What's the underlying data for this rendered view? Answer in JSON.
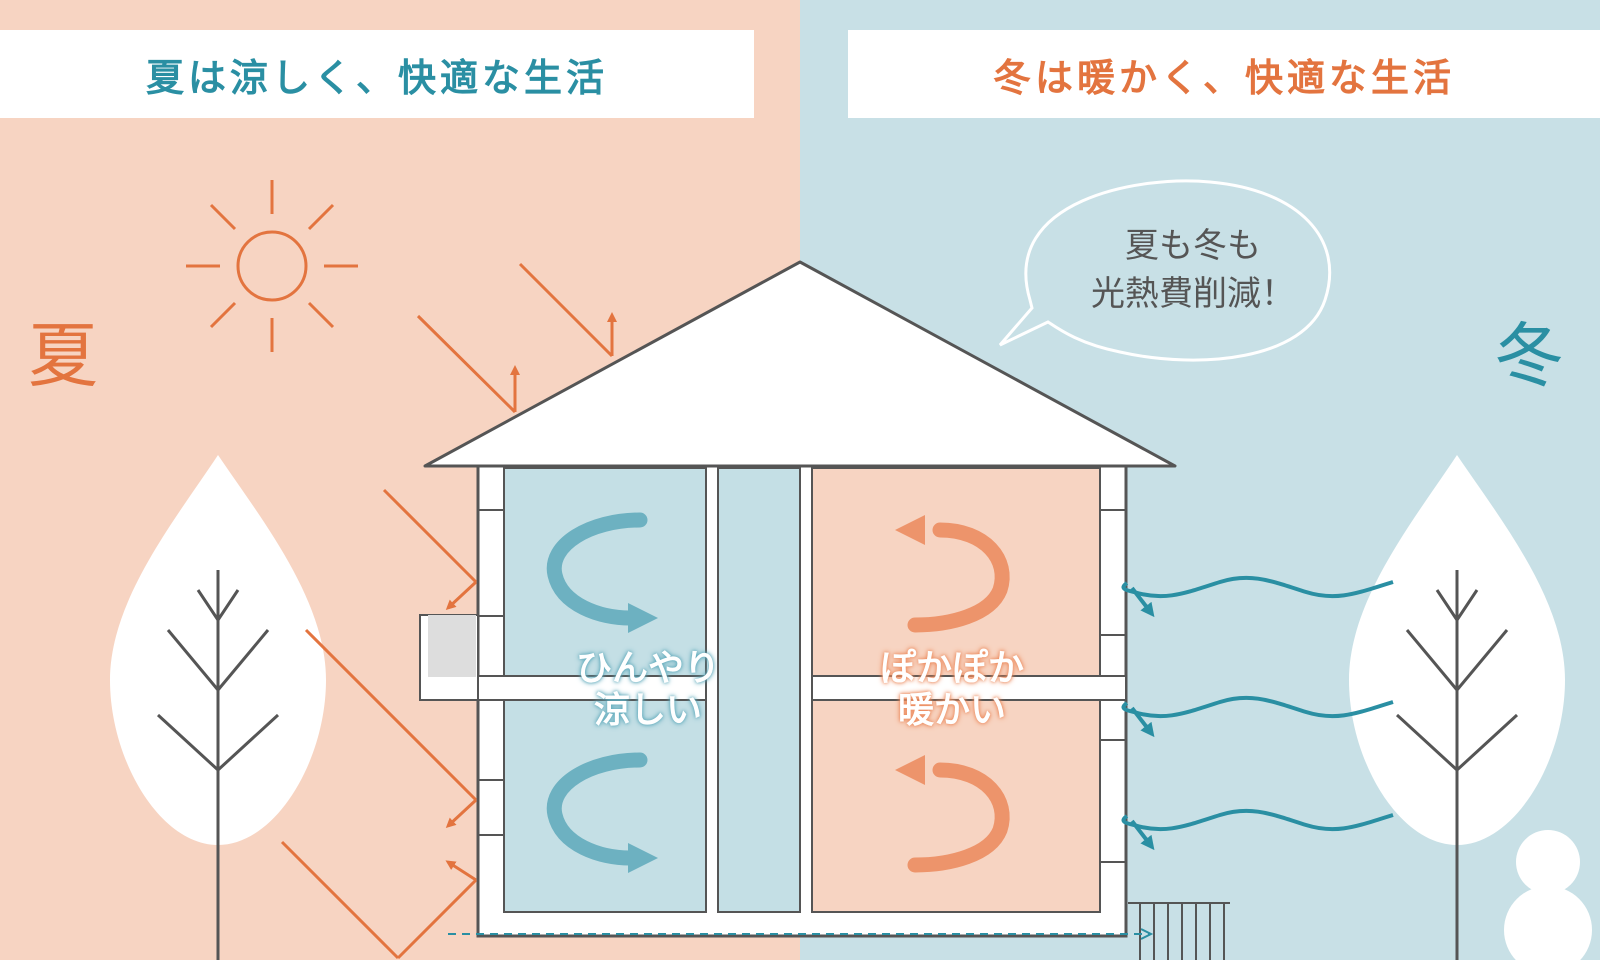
{
  "header": {
    "summer_title": "夏は涼しく、快適な生活",
    "winter_title": "冬は暖かく、快適な生活"
  },
  "season_labels": {
    "summer": "夏",
    "winter": "冬"
  },
  "speech_bubble": {
    "line1": "夏も冬も",
    "line2": "光熱費削減！"
  },
  "rooms": {
    "cool": {
      "line1": "ひんやり",
      "line2": "涼しい"
    },
    "warm": {
      "line1": "ぽかぽか",
      "line2": "暖かい"
    }
  },
  "colors": {
    "summer_bg": "#f7d4c2",
    "winter_bg": "#c8e0e6",
    "orange": "#e3743f",
    "teal": "#2a8fa3",
    "cool_room": "#c4dfe5",
    "warm_room": "#f7d4c2"
  },
  "icons": [
    "sun-icon",
    "tree-icon",
    "snowman-icon",
    "cold-wind-icon",
    "sunlight-arrow-icon",
    "circulation-arrow-icon"
  ]
}
